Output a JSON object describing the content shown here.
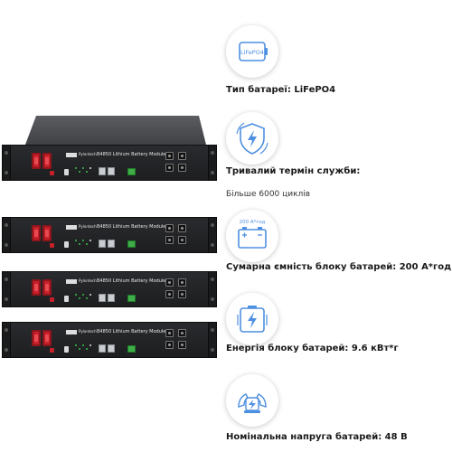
{
  "colors": {
    "accent": "#3b82f6",
    "icon_blue": "#4d8fe0",
    "terminal_red": "#c8202a",
    "text_dark": "#1a1a1a"
  },
  "product": {
    "brand": "Pylontech",
    "model_label": "B4850 Lithium Battery Module",
    "module_count": 4
  },
  "features": [
    {
      "icon": "lifepo4-badge-icon",
      "icon_text": "LiFePO4",
      "title": "Тип батареї: LiFePO4",
      "description": ""
    },
    {
      "icon": "shield-lightning-icon",
      "icon_text": "",
      "title": "Тривалий термін служби:",
      "description": "Більше 6000 циклів"
    },
    {
      "icon": "battery-capacity-icon",
      "icon_text": "200 А*год",
      "title": "Сумарна ємність блоку батарей: 200 А*год",
      "description": ""
    },
    {
      "icon": "battery-energy-icon",
      "icon_text": "",
      "title": "Енергія блоку батарей: 9.6 кВт*г",
      "description": ""
    },
    {
      "icon": "flexed-arm-lightning-icon",
      "icon_text": "",
      "title": "Номінальна напруга батарей: 48 В",
      "description": ""
    }
  ]
}
